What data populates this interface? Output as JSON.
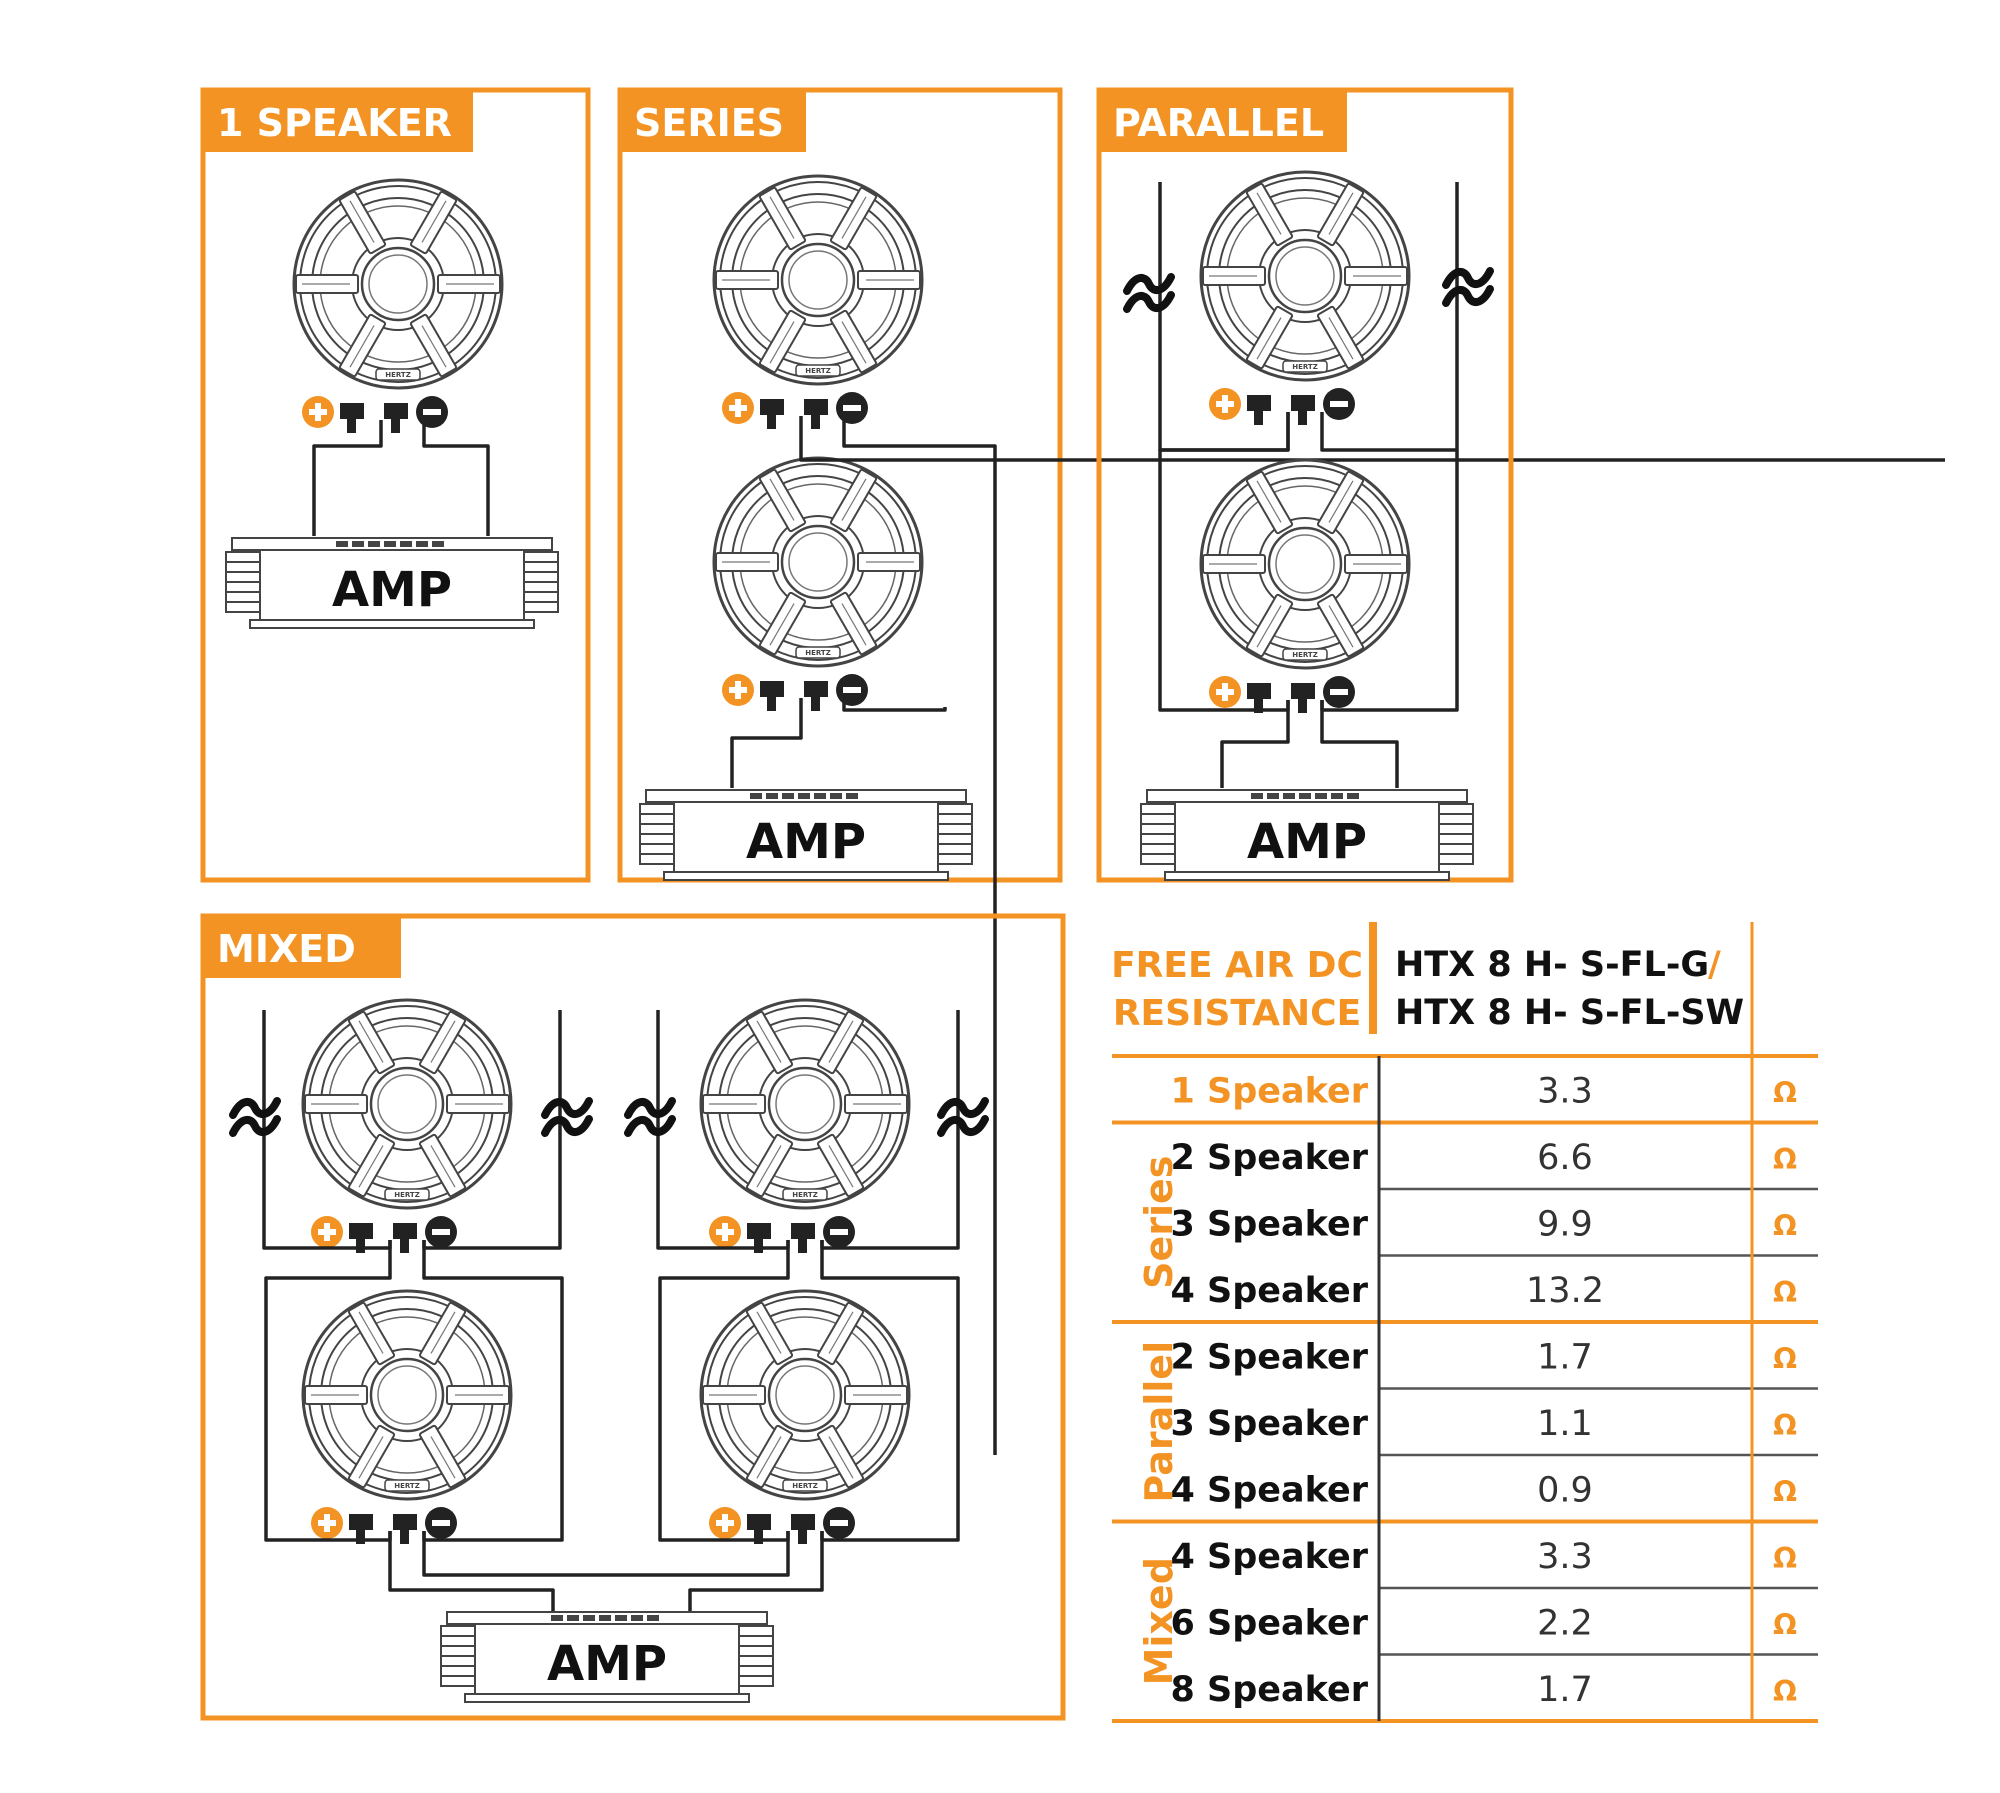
{
  "colors": {
    "accent": "#f39323",
    "line": "#222222",
    "speaker": "#444444"
  },
  "icons": [
    "speaker-icon",
    "amplifier-icon",
    "plus-terminal-icon",
    "minus-terminal-icon",
    "wire-break-icon"
  ],
  "panels": {
    "one_speaker": {
      "title": "1 SPEAKER",
      "amp": "AMP"
    },
    "series": {
      "title": "SERIES",
      "amp": "AMP"
    },
    "parallel": {
      "title": "PARALLEL",
      "amp": "AMP"
    },
    "mixed": {
      "title": "MIXED",
      "amp": "AMP"
    }
  },
  "speaker_brand": "HERTZ",
  "table": {
    "header_left": [
      "FREE AIR DC",
      "RESISTANCE"
    ],
    "header_right": [
      "HTX 8 H- S-FL-G",
      "HTX 8 H- S-FL-SW"
    ],
    "header_slash": "/",
    "unit": "Ω",
    "groups": [
      {
        "name": "",
        "rows": [
          {
            "label": "1 Speaker",
            "value": "3.3"
          }
        ]
      },
      {
        "name": "Series",
        "rows": [
          {
            "label": "2 Speaker",
            "value": "6.6"
          },
          {
            "label": "3 Speaker",
            "value": "9.9"
          },
          {
            "label": "4 Speaker",
            "value": "13.2"
          }
        ]
      },
      {
        "name": "Parallel",
        "rows": [
          {
            "label": "2 Speaker",
            "value": "1.7"
          },
          {
            "label": "3 Speaker",
            "value": "1.1"
          },
          {
            "label": "4 Speaker",
            "value": "0.9"
          }
        ]
      },
      {
        "name": "Mixed",
        "rows": [
          {
            "label": "4 Speaker",
            "value": "3.3"
          },
          {
            "label": "6 Speaker",
            "value": "2.2"
          },
          {
            "label": "8 Speaker",
            "value": "1.7"
          }
        ]
      }
    ]
  }
}
